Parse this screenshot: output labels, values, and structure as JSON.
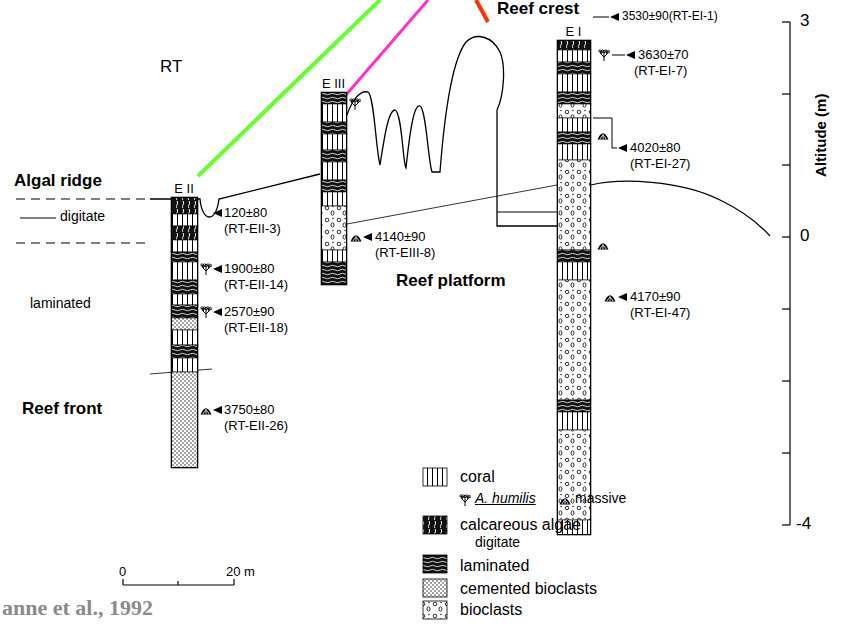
{
  "diagram": {
    "caption": "anne et al., 1992",
    "nodes": [
      {
        "text": [
          "E II"
        ]
      },
      {
        "text": [
          "E III"
        ]
      },
      {
        "text": [
          "E I"
        ]
      }
    ],
    "labels": [
      "RT",
      "Reef crest",
      "Algal ridge",
      "digitate",
      "laminated",
      "Reef front",
      "Reef platform",
      "120±80",
      "(RT-EII-3)",
      "1900±80",
      "(RT-EII-14)",
      "2570±90",
      "(RT-EII-18)",
      "3750±80",
      "(RT-EII-26)",
      "4140±90",
      "(RT-EIII-8)",
      "3530±90(RT-EI-1)",
      "3630±70",
      "(RT-EI-7)",
      "4020±80",
      "(RT-EI-27)",
      "4170±90",
      "(RT-EI-47)",
      "3",
      "0",
      "-4",
      "Altitude (m)",
      "0",
      "20 m"
    ],
    "legend": [
      {
        "text": "coral"
      },
      {
        "text": "A. humilis"
      },
      {
        "text": "massive"
      },
      {
        "text": "calcareous algae"
      },
      {
        "text": "digitate"
      },
      {
        "text": "laminated"
      },
      {
        "text": "cemented bioclasts"
      },
      {
        "text": "bioclasts"
      }
    ]
  }
}
